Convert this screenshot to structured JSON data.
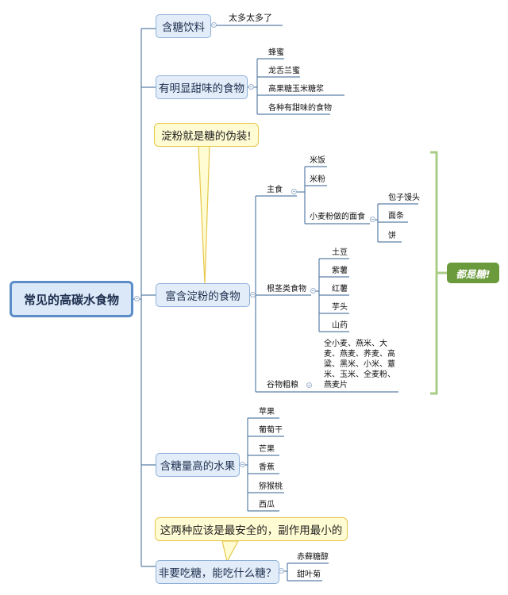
{
  "root": "常见的高碳水食物",
  "branches": {
    "sugary_drinks": {
      "label": "含糖饮料",
      "note": "太多太多了"
    },
    "sweet_foods": {
      "label": "有明显甜味的食物",
      "items": [
        "蜂蜜",
        "龙舌兰蜜",
        "高果糖玉米糖浆",
        "各种有甜味的食物"
      ]
    },
    "starch_callout": "淀粉就是糖的伪装!",
    "starch": {
      "label": "富含淀粉的食物",
      "staple": {
        "label": "主食",
        "items": [
          "米饭",
          "米粉"
        ],
        "flour": {
          "label": "小麦粉做的面食",
          "items": [
            "包子馒头",
            "面条",
            "饼"
          ]
        }
      },
      "tubers": {
        "label": "根茎类食物",
        "items": [
          "土豆",
          "紫薯",
          "红薯",
          "芋头",
          "山药"
        ]
      },
      "grains": {
        "label": "谷物粗粮",
        "text": "全小麦、燕米、大麦、燕麦、荞麦、高粱、黑米、小米、薏米、玉米、全麦粉、燕麦片"
      },
      "summary": "都是糖!"
    },
    "fruits": {
      "label": "含糖量高的水果",
      "items": [
        "苹果",
        "葡萄干",
        "芒果",
        "香蕉",
        "猕猴桃",
        "西瓜"
      ]
    },
    "safe_callout": "这两种应该是最安全的，副作用最小的",
    "sweeteners": {
      "label": "非要吃糖，能吃什么糖？",
      "items": [
        "赤藓糖醇",
        "甜叶菊"
      ]
    }
  },
  "colors": {
    "root_fill": "#dbe8f7",
    "root_border": "#5b8ec9",
    "topic_fill": "#e3edf9",
    "topic_border": "#8fb0d8",
    "callout_fill": "#fffbd2",
    "callout_border": "#e6c84b",
    "summary_fill": "#6b9a3c",
    "summary_bracket": "#a9cc86",
    "line": "#5b7fa8"
  }
}
